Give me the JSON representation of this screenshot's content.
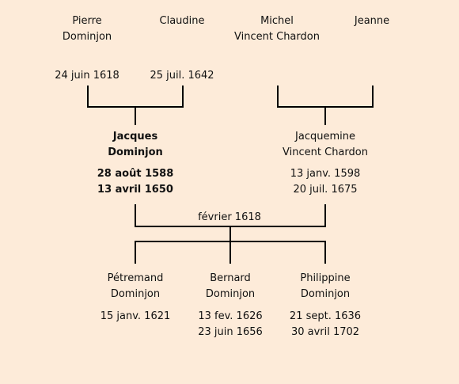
{
  "grandparents_paternal": {
    "father": {
      "given": "Pierre",
      "surname": "Dominjon",
      "date": "24 juin 1618"
    },
    "mother": {
      "given": "Claudine",
      "surname": "",
      "date": "25 juil. 1642"
    }
  },
  "grandparents_maternal": {
    "father": {
      "given": "Michel",
      "surname": "Vincent Chardon"
    },
    "mother": {
      "given": "Jeanne",
      "surname": ""
    }
  },
  "father": {
    "given": "Jacques",
    "surname": "Dominjon",
    "birth": "28 août 1588",
    "death": "13 avril 1650"
  },
  "mother": {
    "given": "Jacquemine",
    "surname": "Vincent Chardon",
    "birth": "13 janv. 1598",
    "death": "20 juil. 1675"
  },
  "marriage": {
    "date": "février 1618"
  },
  "children": [
    {
      "given": "Pétremand",
      "surname": "Dominjon",
      "birth": "15 janv. 1621",
      "death": ""
    },
    {
      "given": "Bernard",
      "surname": "Dominjon",
      "birth": "13 fev. 1626",
      "death": "23 juin 1656"
    },
    {
      "given": "Philippine",
      "surname": "Dominjon",
      "birth": "21 sept. 1636",
      "death": "30 avril 1702"
    }
  ]
}
